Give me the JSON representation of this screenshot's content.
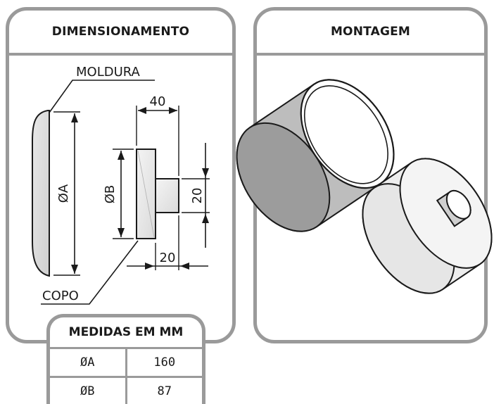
{
  "left_panel": {
    "title": "DIMENSIONAMENTO"
  },
  "right_panel": {
    "title": "MONTAGEM"
  },
  "labels": {
    "moldura": "MOLDURA",
    "copo": "COPO",
    "dim_a": "ØA",
    "dim_b": "ØB",
    "dim_40": "40",
    "dim_20_vertical": "20",
    "dim_20_horizontal": "20"
  },
  "table": {
    "header": "MEDIDAS EM MM",
    "rows": [
      {
        "label": "ØA",
        "value": "160"
      },
      {
        "label": "ØB",
        "value": "87"
      }
    ]
  },
  "colors": {
    "border": "#9a9a9a",
    "part_fill": "#d9d9d9",
    "line": "#1a1a1a"
  }
}
